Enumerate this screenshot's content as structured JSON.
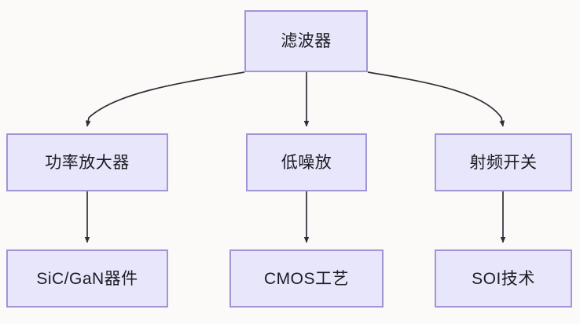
{
  "diagram": {
    "type": "flowchart",
    "direction": "top-down",
    "background_color": "#fbfaf9",
    "node_fill_color": "#e8e6fb",
    "node_border_color": "#a394d6",
    "edge_color": "#2f2f38",
    "text_color": "#1b1b22",
    "nodes": [
      {
        "id": "filter",
        "label": "滤波器"
      },
      {
        "id": "pa",
        "label": "功率放大器"
      },
      {
        "id": "lna",
        "label": "低噪放"
      },
      {
        "id": "rfsw",
        "label": "射频开关"
      },
      {
        "id": "sic_gan",
        "label": "SiC/GaN器件"
      },
      {
        "id": "cmos",
        "label": "CMOS工艺"
      },
      {
        "id": "soi",
        "label": "SOI技术"
      }
    ],
    "edges": [
      {
        "id": "edge-filter-pa",
        "from": "filter",
        "to": "pa",
        "style": "curved",
        "arrow": "end"
      },
      {
        "id": "edge-filter-lna",
        "from": "filter",
        "to": "lna",
        "style": "straight",
        "arrow": "end"
      },
      {
        "id": "edge-filter-rfsw",
        "from": "filter",
        "to": "rfsw",
        "style": "curved",
        "arrow": "end"
      },
      {
        "id": "edge-pa-sic_gan",
        "from": "pa",
        "to": "sic_gan",
        "style": "straight",
        "arrow": "end"
      },
      {
        "id": "edge-lna-cmos",
        "from": "lna",
        "to": "cmos",
        "style": "straight",
        "arrow": "end"
      },
      {
        "id": "edge-rfsw-soi",
        "from": "rfsw",
        "to": "soi",
        "style": "straight",
        "arrow": "end"
      }
    ]
  }
}
